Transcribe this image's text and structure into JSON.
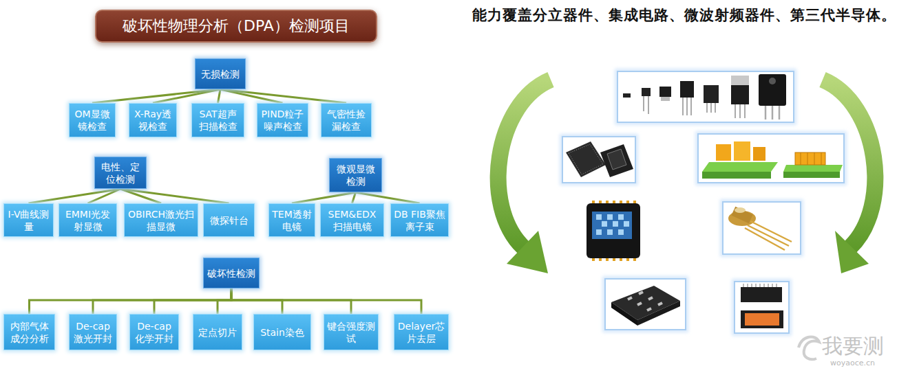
{
  "diagram": {
    "title": "破坏性物理分析（DPA）检测项目",
    "nodes": [
      {
        "text": [
          "无损检测"
        ]
      },
      {
        "text": [
          "OM显微镜检查"
        ]
      },
      {
        "text": [
          "X-Ray透视检查"
        ]
      },
      {
        "text": [
          "SAT超声扫描检查"
        ]
      },
      {
        "text": [
          "PIND粒子噪声检查"
        ]
      },
      {
        "text": [
          "气密性捡漏检查"
        ]
      },
      {
        "text": [
          "电性、定位检测"
        ]
      },
      {
        "text": [
          "I-V曲线测量"
        ]
      },
      {
        "text": [
          "EMMI光发射显微"
        ]
      },
      {
        "text": [
          "OBIRCH激光扫描显微"
        ]
      },
      {
        "text": [
          "微探针台"
        ]
      },
      {
        "text": [
          "微观显微检测"
        ]
      },
      {
        "text": [
          "TEM透射电镜"
        ]
      },
      {
        "text": [
          "SEM&EDX扫描电镜"
        ]
      },
      {
        "text": [
          "DB FIB聚焦离子束"
        ]
      },
      {
        "text": [
          "破坏性检测"
        ]
      },
      {
        "text": [
          "内部气体成分分析"
        ]
      },
      {
        "text": [
          "De-cap激光开封"
        ]
      },
      {
        "text": [
          "De-cap化学开封"
        ]
      },
      {
        "text": [
          "定点切片"
        ]
      },
      {
        "text": [
          "Stain染色"
        ]
      },
      {
        "text": [
          "键合强度测试"
        ]
      },
      {
        "text": [
          "Delayer芯片去层"
        ]
      }
    ],
    "edges": [
      {
        "from": 0,
        "to": 1,
        "arrow": "none"
      },
      {
        "from": 0,
        "to": 2,
        "arrow": "none"
      },
      {
        "from": 0,
        "to": 3,
        "arrow": "none"
      },
      {
        "from": 0,
        "to": 4,
        "arrow": "none"
      },
      {
        "from": 0,
        "to": 5,
        "arrow": "none"
      },
      {
        "from": 6,
        "to": 7,
        "arrow": "none"
      },
      {
        "from": 6,
        "to": 8,
        "arrow": "none"
      },
      {
        "from": 6,
        "to": 9,
        "arrow": "none"
      },
      {
        "from": 6,
        "to": 10,
        "arrow": "none"
      },
      {
        "from": 11,
        "to": 12,
        "arrow": "none"
      },
      {
        "from": 11,
        "to": 13,
        "arrow": "none"
      },
      {
        "from": 11,
        "to": 14,
        "arrow": "none"
      },
      {
        "from": 15,
        "to": 16,
        "arrow": "none"
      },
      {
        "from": 15,
        "to": 17,
        "arrow": "none"
      },
      {
        "from": 15,
        "to": 18,
        "arrow": "none"
      },
      {
        "from": 15,
        "to": 19,
        "arrow": "none"
      },
      {
        "from": 15,
        "to": 20,
        "arrow": "none"
      },
      {
        "from": 15,
        "to": 21,
        "arrow": "none"
      },
      {
        "from": 15,
        "to": 22,
        "arrow": "none"
      }
    ],
    "labels": [
      "能力覆盖分立器件、集成电路、微波射频器件、第三代半导体。",
      "我要测",
      "woyaoce.cn"
    ]
  }
}
